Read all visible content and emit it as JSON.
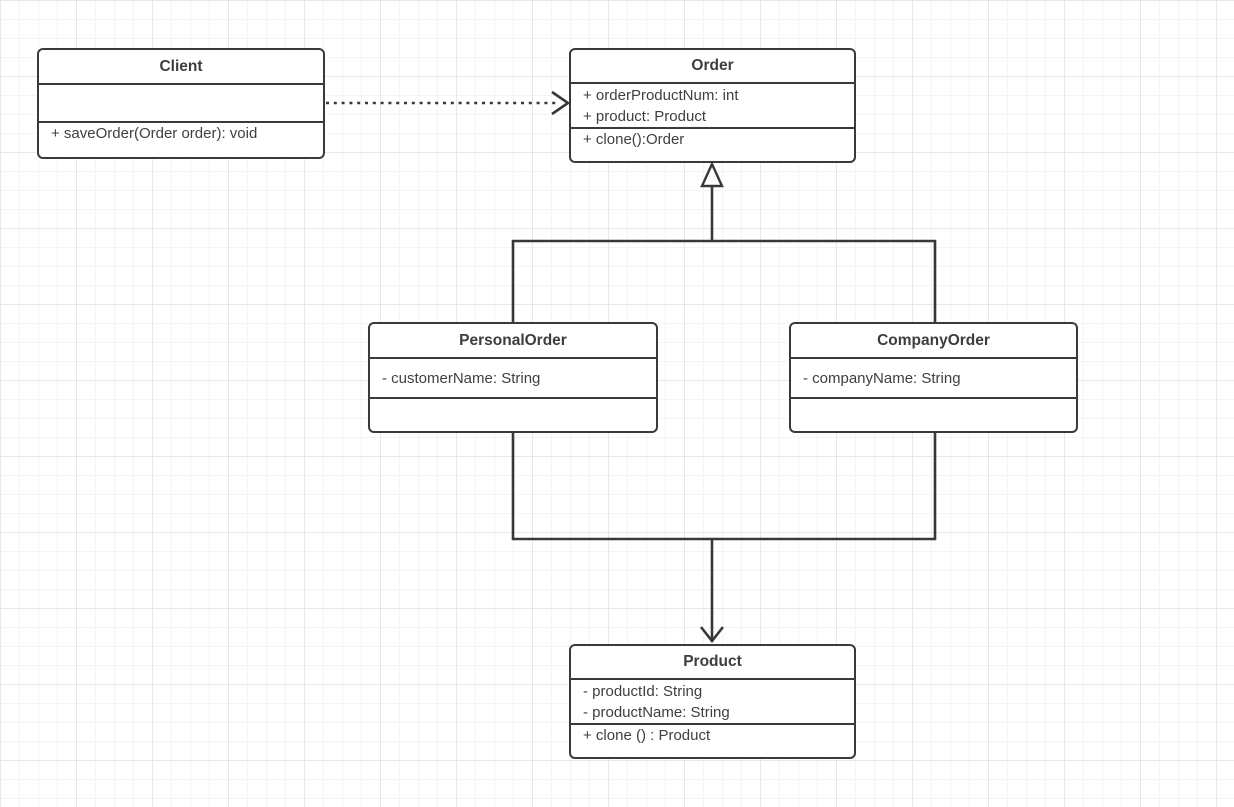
{
  "diagram_type": "uml-class-diagram",
  "classes": {
    "client": {
      "name": "Client",
      "attributes": [],
      "methods": [
        "+ saveOrder(Order order): void"
      ]
    },
    "order": {
      "name": "Order",
      "attributes": [
        "+ orderProductNum: int",
        "+ product: Product"
      ],
      "methods": [
        "+ clone():Order"
      ]
    },
    "personal": {
      "name": "PersonalOrder",
      "attributes": [
        "- customerName: String"
      ],
      "methods": []
    },
    "company": {
      "name": "CompanyOrder",
      "attributes": [
        "- companyName: String"
      ],
      "methods": []
    },
    "product": {
      "name": "Product",
      "attributes": [
        "- productId: String",
        "- productName: String"
      ],
      "methods": [
        "+ clone () : Product"
      ]
    }
  },
  "relations": [
    {
      "type": "dependency",
      "from": "Client",
      "to": "Order",
      "line": "dotted",
      "arrowhead": "open"
    },
    {
      "type": "generalization",
      "from": "PersonalOrder, CompanyOrder",
      "to": "Order",
      "line": "solid",
      "arrowhead": "hollow-triangle"
    },
    {
      "type": "association",
      "from": "PersonalOrder, CompanyOrder",
      "to": "Product",
      "line": "solid",
      "arrowhead": "open"
    }
  ],
  "colors": {
    "line": "#383838",
    "box_border": "#3a3a3a",
    "box_background": "#ffffff",
    "text": "#3f3f3f",
    "grid_minor": "#f4f4f4",
    "grid_major": "#e7e7e7"
  }
}
